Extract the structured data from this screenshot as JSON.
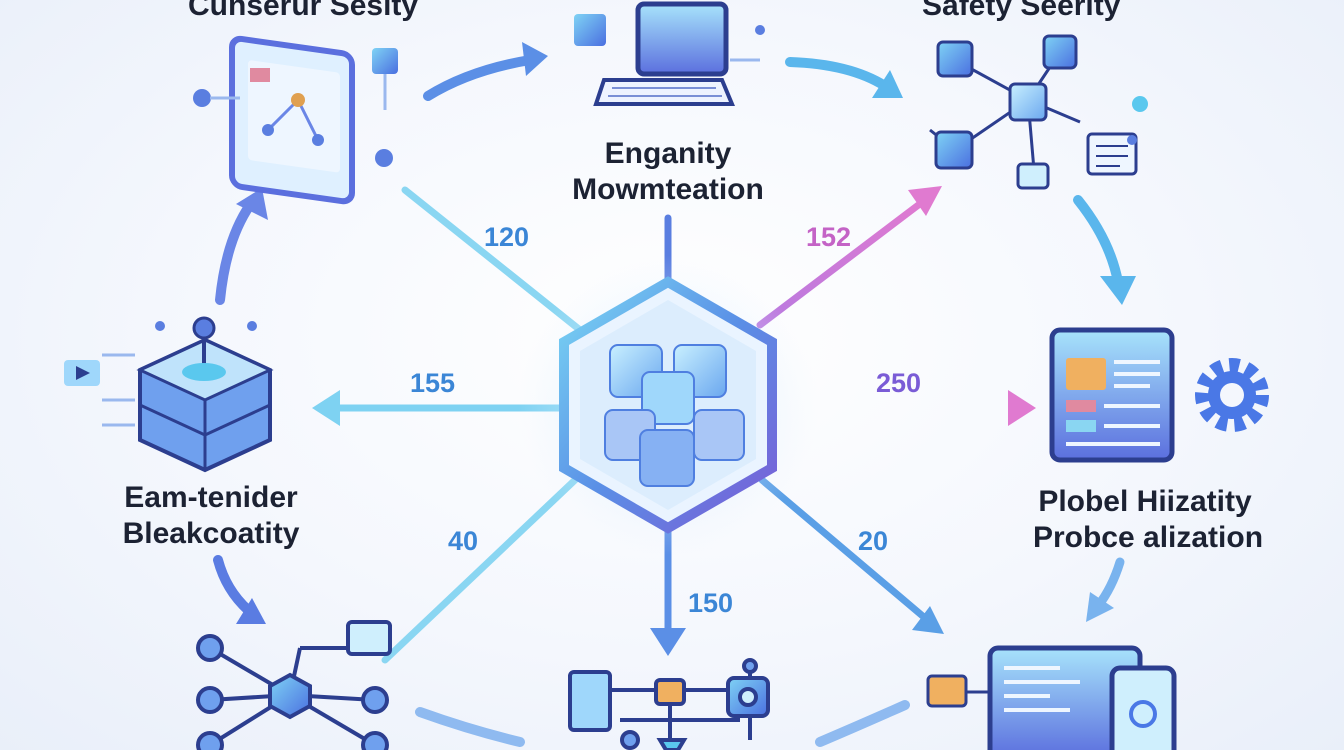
{
  "labels": {
    "top_left": "Cunserur Sesity",
    "top_center_line1": "Enganity",
    "top_center_line2": "Mowmteation",
    "top_right": "Safety Seerity",
    "mid_left_line1": "Eam-tenider",
    "mid_left_line2": "Bleakcoatity",
    "mid_right_line1": "Plobel Hiizatity",
    "mid_right_line2": "Probce alization"
  },
  "numbers": {
    "n120": "120",
    "n152": "152",
    "n155": "155",
    "n250": "250",
    "n40": "40",
    "n20": "20",
    "n150": "150"
  },
  "colors": {
    "blue": "#4a86e8",
    "cyan": "#5ac8ee",
    "purple": "#7a5cd6",
    "pink": "#d97ad6",
    "number_blue": "#3b86d6",
    "number_pink": "#c463c6",
    "text": "#1c2233"
  },
  "icons": {
    "center": "hexagon-cube-cluster-icon",
    "top_left": "monitor-network-panel-icon",
    "top_center": "desktop-computer-icon",
    "top_right": "cube-network-icon",
    "mid_left": "server-stack-icon",
    "mid_right": "dashboard-gear-icon",
    "bottom_left": "node-graph-icon",
    "bottom_center": "flowchart-icon",
    "bottom_right": "devices-icon"
  }
}
